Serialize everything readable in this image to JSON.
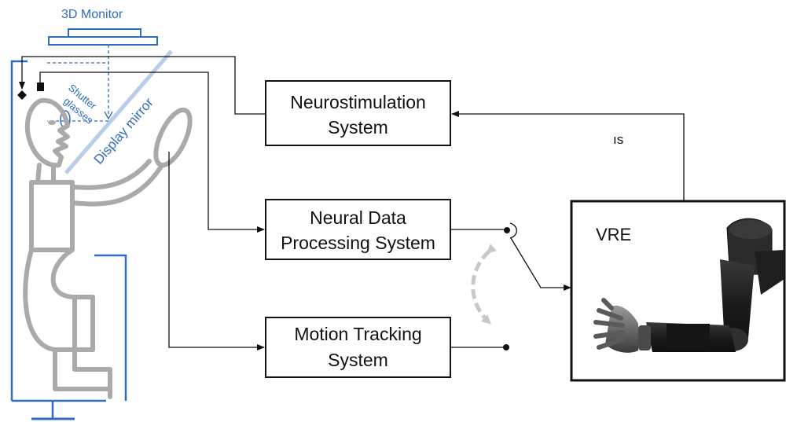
{
  "labels": {
    "monitor": "3D Monitor",
    "shutter_line1": "Shutter",
    "shutter_line2": "glasses",
    "mirror": "Display mirror",
    "vre": "VRE",
    "feedback_fragment": "ıs"
  },
  "boxes": {
    "neurostimulation": {
      "line1": "Neurostimulation",
      "line2": "System"
    },
    "neural_data": {
      "line1": "Neural Data",
      "line2": "Processing System"
    },
    "motion_tracking": {
      "line1": "Motion Tracking",
      "line2": "System"
    }
  },
  "colors": {
    "accent_blue": "#2f6dbf",
    "mirror_blue": "#b8cdea",
    "figure_gray": "#aaaaaa",
    "switch_arrow_gray": "#c8c8c8",
    "arm_dark": "#2a2a2a"
  }
}
